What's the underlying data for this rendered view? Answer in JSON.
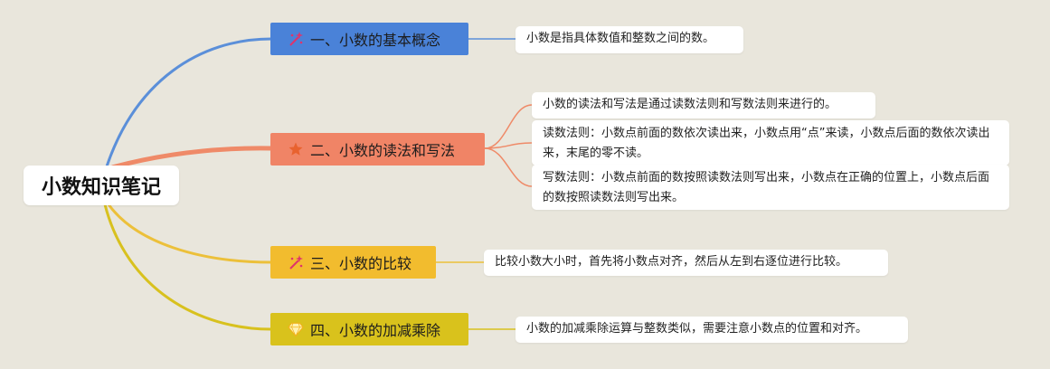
{
  "root": {
    "label": "小数知识笔记"
  },
  "branches": [
    {
      "label": "一、小数的基本概念",
      "icon": "sparkle-wand-icon",
      "color": "#4a82d8",
      "leaves": [
        "小数是指具体数值和整数之间的数。"
      ]
    },
    {
      "label": "二、小数的读法和写法",
      "icon": "star-icon",
      "color": "#f08466",
      "leaves": [
        "小数的读法和写法是通过读数法则和写数法则来进行的。",
        "读数法则：小数点前面的数依次读出来，小数点用“点”来读，小数点后面的数依次读出来，末尾的零不读。",
        "写数法则：小数点前面的数按照读数法则写出来，小数点在正确的位置上，小数点后面的数按照读数法则写出来。"
      ]
    },
    {
      "label": "三、小数的比较",
      "icon": "sparkle-wand-icon",
      "color": "#f2bc2e",
      "leaves": [
        "比较小数大小时，首先将小数点对齐，然后从左到右逐位进行比较。"
      ]
    },
    {
      "label": "四、小数的加减乘除",
      "icon": "diamond-icon",
      "color": "#d9c21c",
      "leaves": [
        "小数的加减乘除运算与整数类似，需要注意小数点的位置和对齐。"
      ]
    }
  ],
  "colors": {
    "background": "#e9e6dc",
    "line_blue": "#5b8fd9",
    "line_orange": "#ef8a68",
    "line_yellow": "#ecc03a",
    "line_olive": "#d8c11e"
  }
}
